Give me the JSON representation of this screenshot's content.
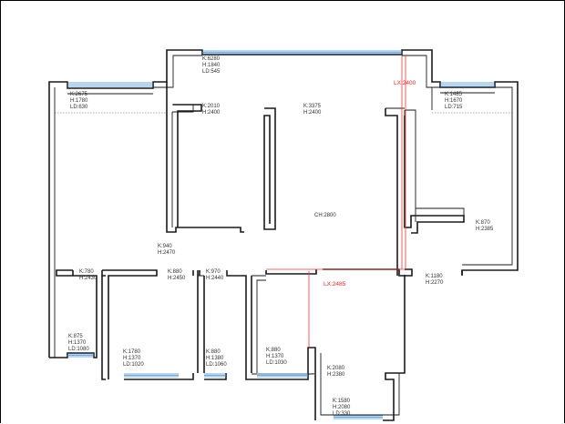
{
  "labels": {
    "lr_top": [
      "K:2675",
      "H:1780",
      "LD:630"
    ],
    "balcony_top": [
      "K:6280",
      "H:1840",
      "LD:545"
    ],
    "kr_top": [
      "K:1485",
      "H:1670",
      "LD:715"
    ],
    "lx_2400": "LX:2400",
    "k2010": [
      "K:2010",
      "H:2400"
    ],
    "k3375": [
      "K:3375",
      "H:2400"
    ],
    "ch": "CH:2800",
    "k870": [
      "K:870",
      "H:2385"
    ],
    "k940": [
      "K:940",
      "H:2470"
    ],
    "k780": [
      "K:780",
      "H:2430"
    ],
    "k880a": [
      "K:880",
      "H:2450"
    ],
    "k970": [
      "K:970",
      "H:2440"
    ],
    "lx_2485": "LX:2485",
    "k1180": [
      "K:1180",
      "H:2270"
    ],
    "k875": [
      "K:875",
      "H:1370",
      "LD:1080"
    ],
    "k1780": [
      "K:1780",
      "H:1370",
      "LD:1020"
    ],
    "k880b": [
      "K:880",
      "H:1380",
      "LD:1060"
    ],
    "k880c": [
      "K:880",
      "H:1370",
      "LD:1030"
    ],
    "k2080": [
      "K:2080",
      "H:2380"
    ],
    "k1580": [
      "K:1580",
      "H:2080",
      "LD:330"
    ]
  },
  "colors": {
    "wall": "#1a1a1a",
    "window": "#3f8fd2",
    "dimension_red": "#ff2020"
  }
}
